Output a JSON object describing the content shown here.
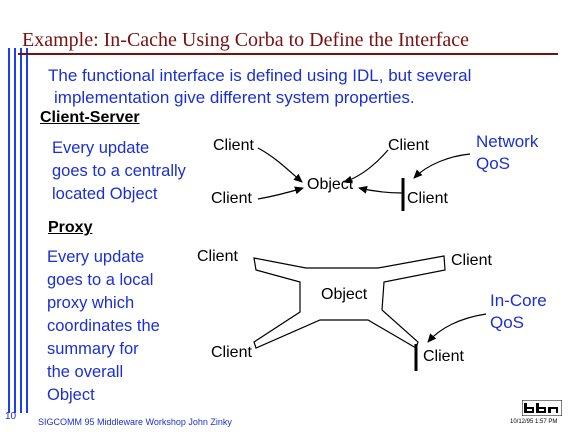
{
  "title": "Example: In-Cache Using Corba to Define the Interface",
  "intro": {
    "line1": "The functional interface is defined using IDL, but several",
    "line2": "implementation give different system properties."
  },
  "client_server": {
    "heading": "Client-Server",
    "description": [
      "Every update",
      "goes  to a centrally",
      "located Object"
    ],
    "labels": {
      "client_top_left": "Client",
      "client_bottom_left": "Client",
      "client_top_right": "Client",
      "client_bottom_right": "Client",
      "object": "Object",
      "network_qos_line1": "Network",
      "network_qos_line2": "QoS"
    }
  },
  "proxy": {
    "heading": "Proxy",
    "description": [
      "Every update",
      "goes to a local",
      "proxy which",
      "coordinates the",
      "summary for",
      "the overall",
      "Object"
    ],
    "labels": {
      "client_top_left": "Client",
      "client_top_right": "Client",
      "client_bottom_left": "Client",
      "client_bottom_right": "Client",
      "object": "Object",
      "incore_qos_line1": "In-Core",
      "incore_qos_line2": "QoS"
    }
  },
  "footer": {
    "page_number": "10",
    "text": "SIGCOMM  95 Middleware Workshop   John Zinky",
    "date": "10/12/95  1:57 PM",
    "logo": "bbn"
  },
  "colors": {
    "title": "#7a1010",
    "text_blue": "#1a2fd6",
    "stripes": "#1e3ff0"
  }
}
